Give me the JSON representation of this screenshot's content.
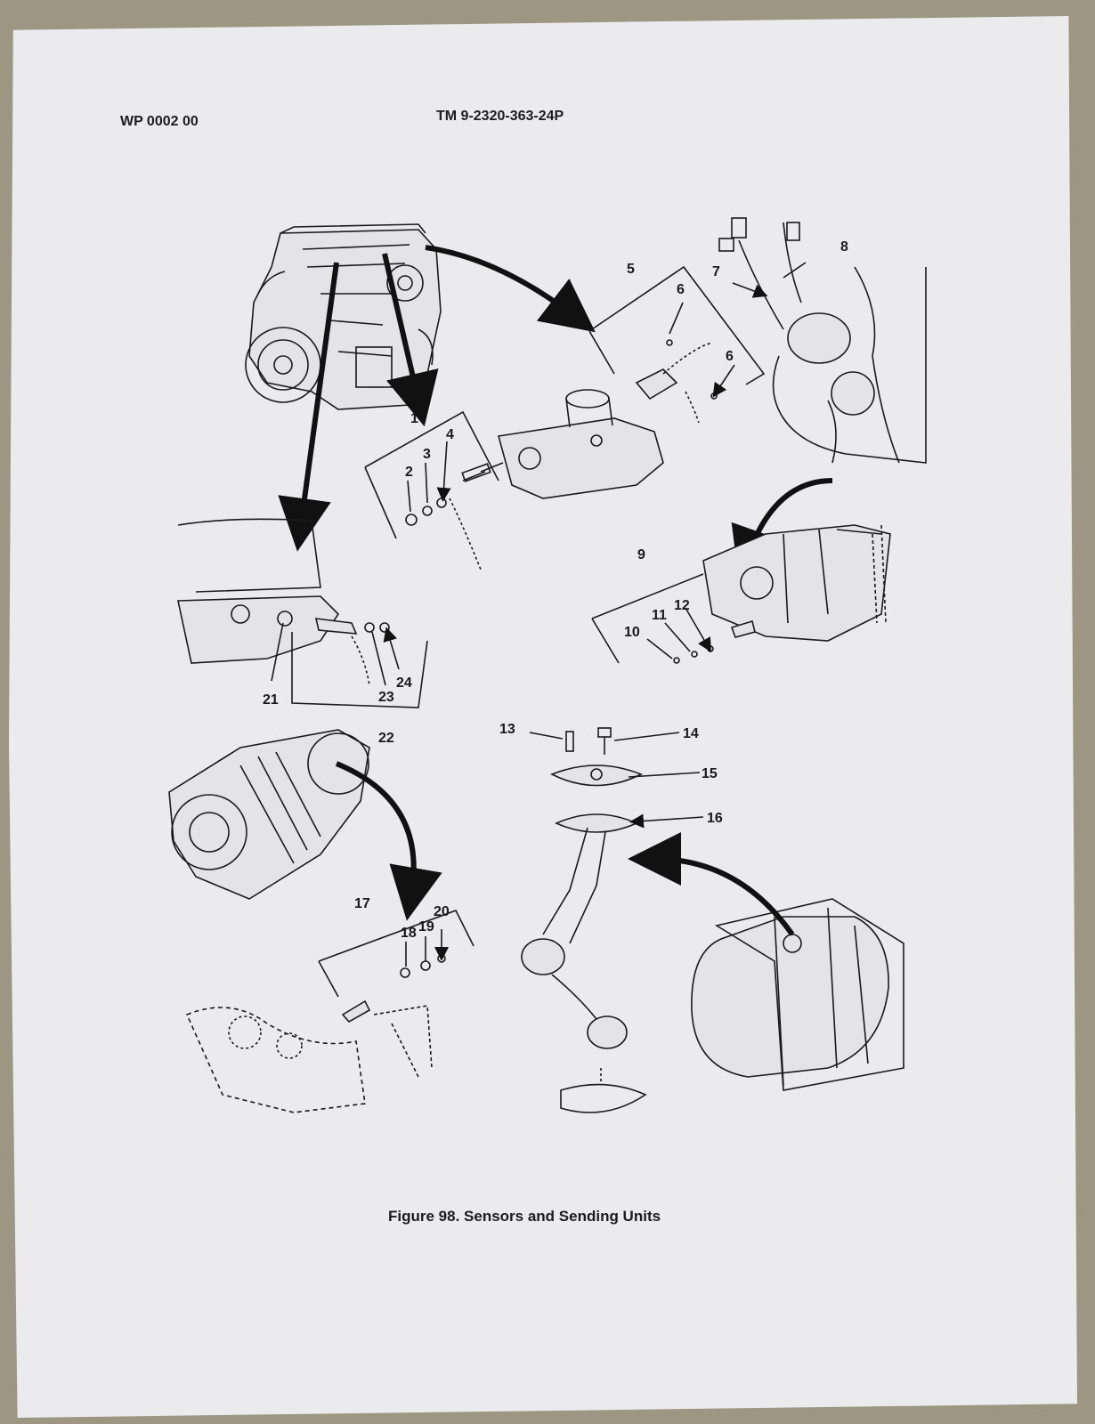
{
  "header": {
    "work_package": "WP 0002 00",
    "manual_number": "TM 9-2320-363-24P"
  },
  "figure": {
    "caption": "Figure 98.  Sensors and Sending Units"
  },
  "callouts": [
    "1",
    "2",
    "3",
    "4",
    "5",
    "6",
    "6",
    "7",
    "8",
    "9",
    "10",
    "11",
    "12",
    "13",
    "14",
    "15",
    "16",
    "17",
    "18",
    "19",
    "20",
    "21",
    "22",
    "23",
    "24"
  ],
  "colors": {
    "paper": "#ebebed",
    "background": "#9c9683",
    "ink": "#1a1a1a"
  }
}
